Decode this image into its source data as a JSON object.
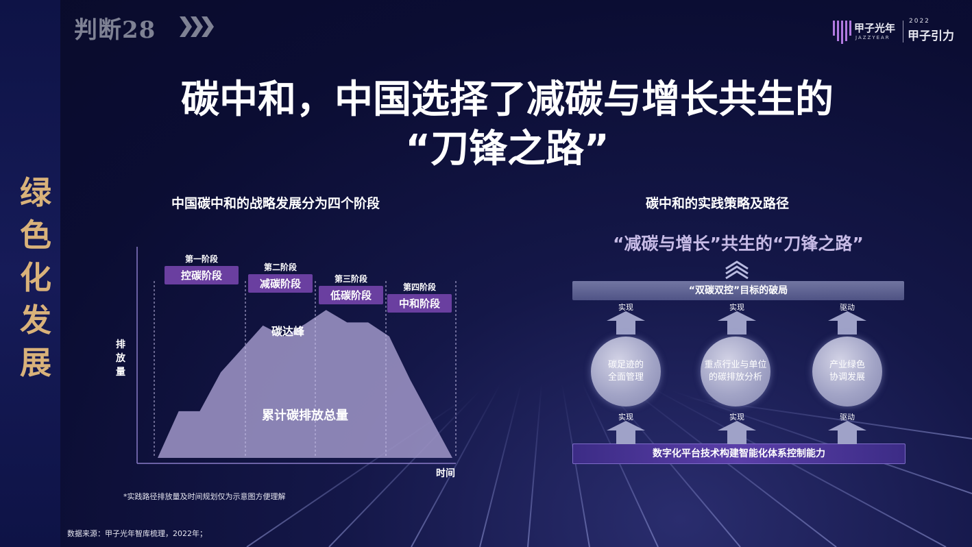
{
  "header": {
    "tag": "判断28",
    "logo_cn": "甲子光年",
    "logo_en": "JAZZYEAR",
    "logo_year": "2022",
    "logo_label": "甲子引力"
  },
  "sidebar": {
    "title": [
      "绿",
      "色",
      "化",
      "发",
      "展"
    ]
  },
  "title": {
    "line1": "碳中和，中国选择了减碳与增长共生的",
    "line2": "“刀锋之路”"
  },
  "left": {
    "section_title": "中国碳中和的战略发展分为四个阶段",
    "note": "*实践路径排放量及时间规划仅为示意图方便理解"
  },
  "chart_data": {
    "type": "area",
    "title": "中国碳中和的战略发展分为四个阶段",
    "ylabel": "排放量",
    "xlabel": "时间",
    "series": [
      {
        "name": "累计碳排放总量",
        "values": [
          0,
          3,
          3,
          5.5,
          7,
          8.5,
          7.8,
          8.6,
          9.5,
          8.7,
          8.7,
          7.8,
          5,
          2.5,
          0
        ]
      }
    ],
    "stages": [
      {
        "label": "第一阶段",
        "name": "控碳阶段"
      },
      {
        "label": "第二阶段",
        "name": "减碳阶段"
      },
      {
        "label": "第三阶段",
        "name": "低碳阶段"
      },
      {
        "label": "第四阶段",
        "name": "中和阶段"
      }
    ],
    "annotations": [
      "碳达峰",
      "累计碳排放总量"
    ],
    "colors": {
      "fill": "#a096c8",
      "stage_badge": "#6a3fa0"
    }
  },
  "right": {
    "section_title": "碳中和的实践策略及路径",
    "slogan": "“减碳与增长”共生的“刀锋之路”",
    "top_bar": "“双碳双控”目标的破局",
    "bottom_bar": "数字化平台技术构建智能化体系控制能力",
    "columns": [
      {
        "circle": "碳足迹的\n全面管理",
        "top_label": "实现",
        "bottom_label": "实现"
      },
      {
        "circle": "重点行业与单位\n的碳排放分析",
        "top_label": "实现",
        "bottom_label": "实现"
      },
      {
        "circle": "产业绿色\n协调发展",
        "top_label": "驱动",
        "bottom_label": "驱动"
      }
    ]
  },
  "footer": {
    "source": "数据来源：甲子光年智库梳理，2022年；"
  }
}
